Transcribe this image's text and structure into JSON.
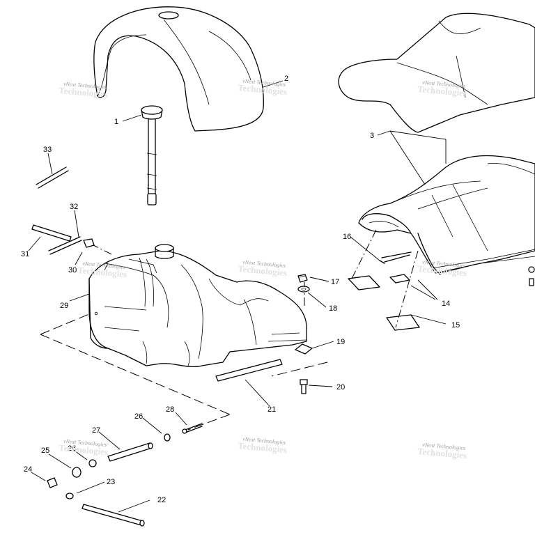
{
  "diagram": {
    "watermark_text": "vNext Technologies",
    "callouts": [
      "1",
      "2",
      "3",
      "14",
      "15",
      "16",
      "17",
      "18",
      "19",
      "20",
      "21",
      "22",
      "23",
      "24",
      "25",
      "26",
      "26",
      "27",
      "28",
      "29",
      "30",
      "31",
      "32",
      "33"
    ]
  }
}
